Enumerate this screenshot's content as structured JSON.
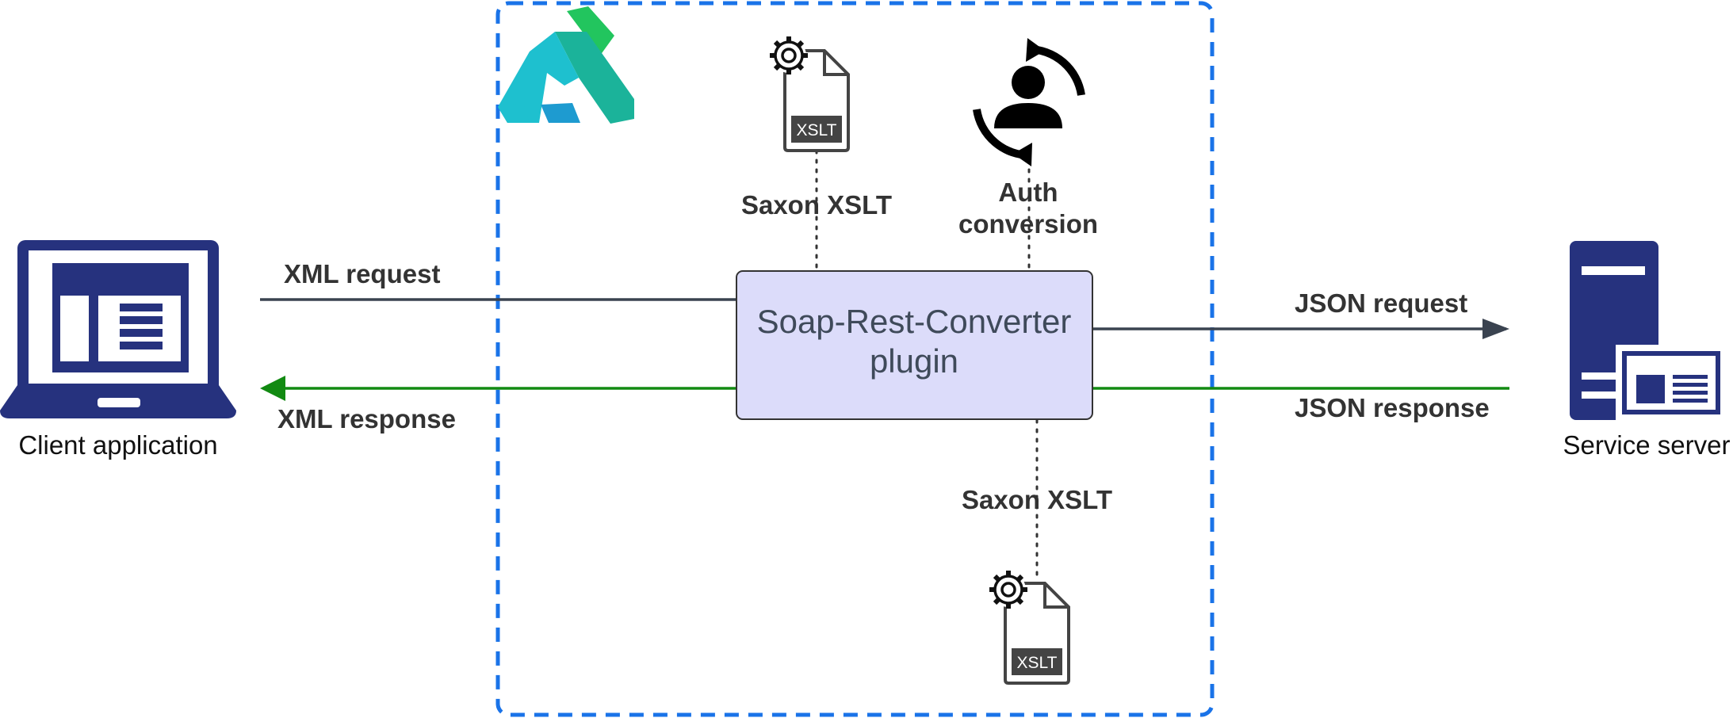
{
  "nodes": {
    "client": {
      "label": "Client application",
      "icon": "laptop-icon"
    },
    "server": {
      "label": "Service server",
      "icon": "server-icon"
    },
    "plugin": {
      "label_line1": "Soap-Rest-Converter",
      "label_line2": "plugin"
    }
  },
  "gateway": {
    "logo": "kong-gateway-logo"
  },
  "components": {
    "xslt_request": {
      "label": "Saxon XSLT",
      "badge": "XSLT"
    },
    "xslt_response": {
      "label": "Saxon XSLT",
      "badge": "XSLT"
    },
    "auth": {
      "label_line1": "Auth",
      "label_line2": "conversion"
    }
  },
  "edges": {
    "xml_request": "XML request",
    "xml_response": "XML response",
    "json_request": "JSON request",
    "json_response": "JSON response"
  },
  "colors": {
    "gateway_border": "#1a73e8",
    "request_line": "#3a4350",
    "response_line": "#128a12",
    "plugin_fill": "#dcdcfa",
    "icon_navy": "#26327e"
  }
}
